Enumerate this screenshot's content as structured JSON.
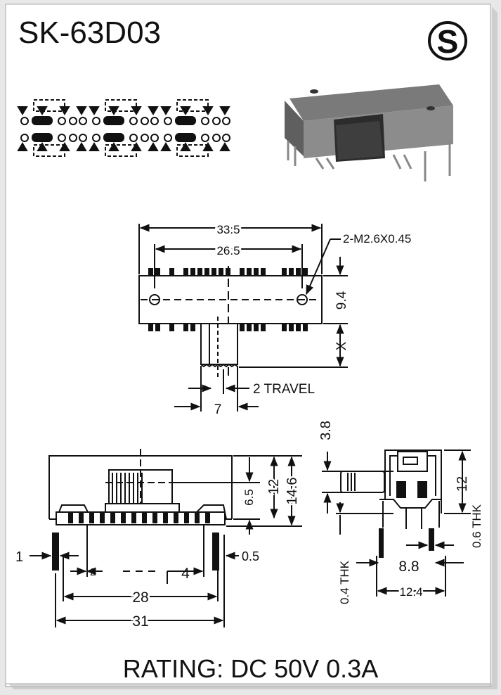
{
  "title": "SK-63D03",
  "logo_letter": "S",
  "rating": "RATING: DC 50V 0.3A",
  "top_view": {
    "dim_overall": "33.5",
    "dim_holes": "26.5",
    "dim_height": "9.4",
    "dim_x": "X",
    "dim_mount": "2-M2.6X0.45",
    "dim_travel": "2 TRAVEL",
    "dim_knob": "7"
  },
  "front_view": {
    "dim_pin": "1",
    "dim_pitch_small": "2",
    "dim_pitch": "4",
    "dim_span": "28",
    "dim_overall": "31",
    "dim_pin_offset": "0.5",
    "dim_knob_h": "6.5",
    "dim_body_h": "12",
    "dim_total_h": "14.6"
  },
  "side_view": {
    "dim_knob": "3.8",
    "dim_height": "12",
    "dim_thk_right": "0.6 THK",
    "dim_thk_left": "0.4 THK",
    "dim_inner": "8.8",
    "dim_outer": "12.4"
  }
}
